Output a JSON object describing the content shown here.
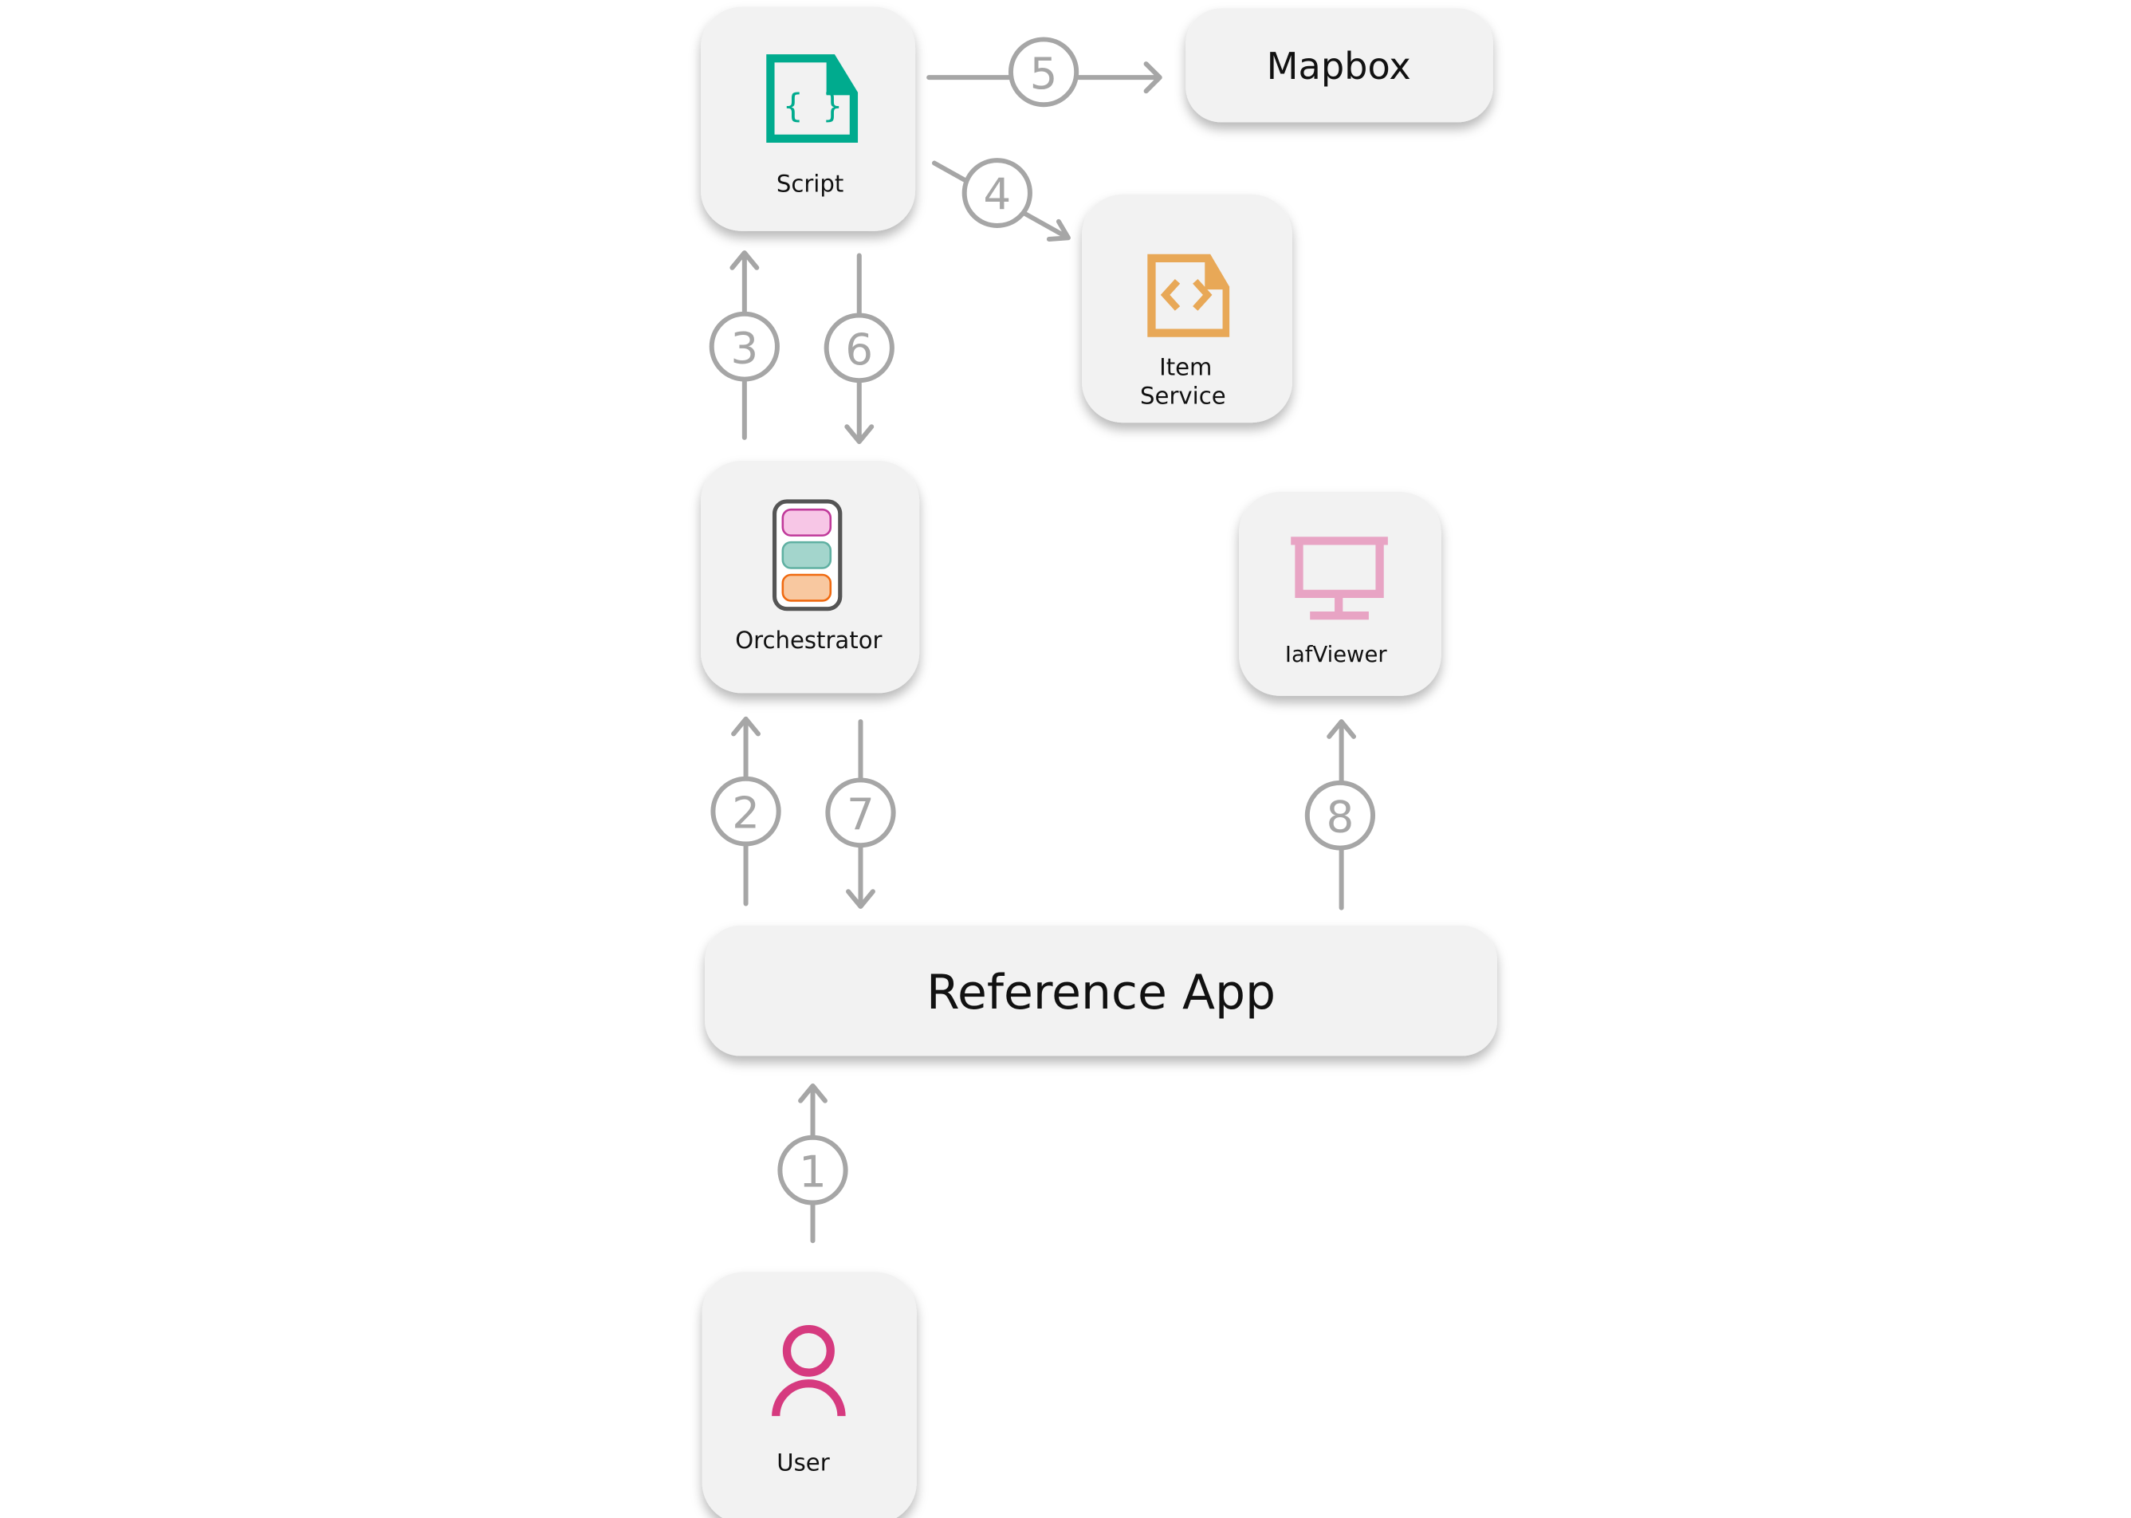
{
  "nodes": {
    "script": "Script",
    "mapbox": "Mapbox",
    "item_service_line1": "Item",
    "item_service_line2": "Service",
    "orchestrator": "Orchestrator",
    "iafviewer": "IafViewer",
    "reference_app": "Reference App",
    "user": "User"
  },
  "steps": [
    "1",
    "2",
    "3",
    "4",
    "5",
    "6",
    "7",
    "8"
  ],
  "colors": {
    "script_icon": "#00ab8e",
    "item_service_icon": "#e8a857",
    "viewer_icon": "#e8a4c4",
    "user_icon": "#d63a7f",
    "arrow": "#a6a6a6",
    "box": "#f2f2f2"
  }
}
